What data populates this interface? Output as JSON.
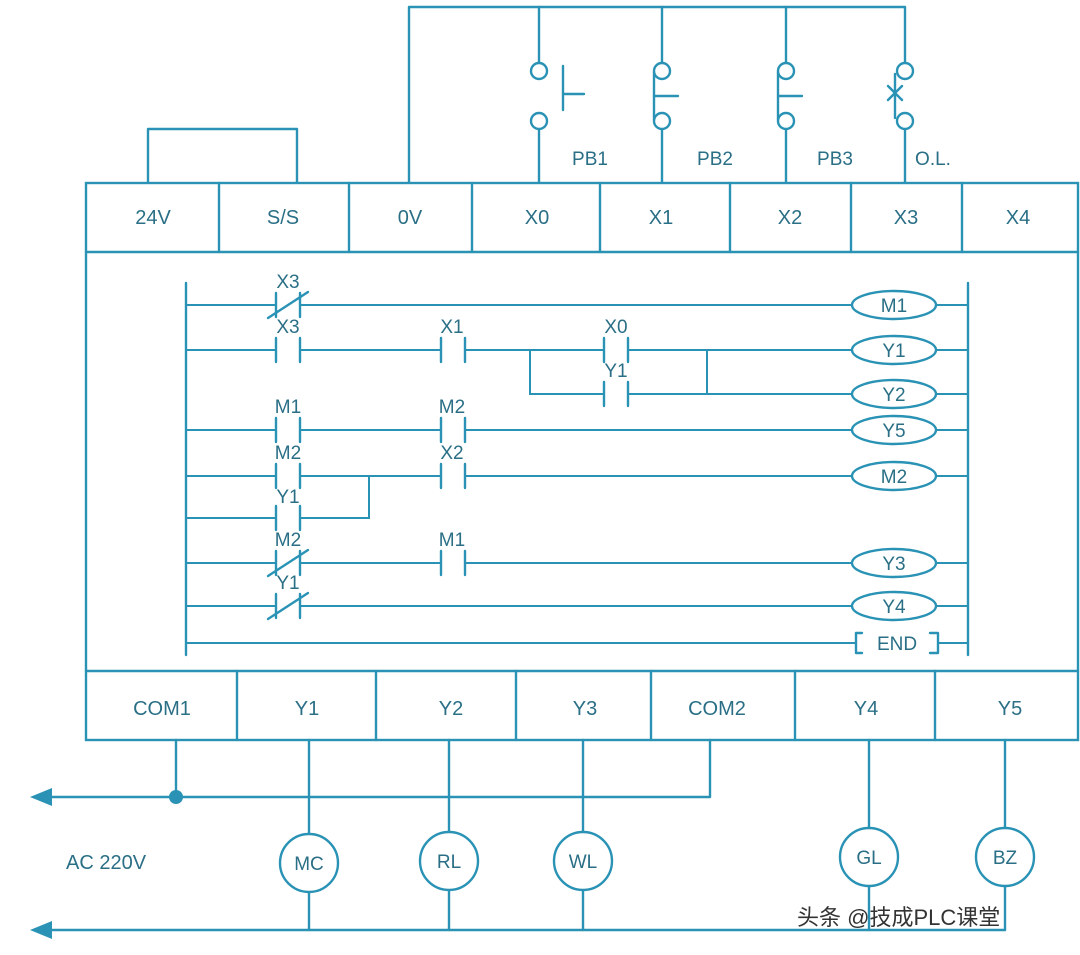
{
  "top_terminals": [
    "24V",
    "S/S",
    "0V",
    "X0",
    "X1",
    "X2",
    "X3",
    "X4"
  ],
  "inputs": [
    {
      "label": "PB1",
      "kind": "push-button-no"
    },
    {
      "label": "PB2",
      "kind": "push-button-nc"
    },
    {
      "label": "PB3",
      "kind": "push-button-nc"
    },
    {
      "label": "O.L.",
      "kind": "overload-nc"
    }
  ],
  "ladder": {
    "contacts": [
      {
        "label": "X3",
        "nc": true
      },
      {
        "label": "X3",
        "nc": false
      },
      {
        "label": "X1",
        "nc": false
      },
      {
        "label": "X0",
        "nc": false
      },
      {
        "label": "Y1",
        "nc": false
      },
      {
        "label": "M1",
        "nc": false
      },
      {
        "label": "M2",
        "nc": false
      },
      {
        "label": "M2",
        "nc": false
      },
      {
        "label": "X2",
        "nc": false
      },
      {
        "label": "Y1",
        "nc": false
      },
      {
        "label": "M2",
        "nc": true
      },
      {
        "label": "M1",
        "nc": false
      },
      {
        "label": "Y1",
        "nc": true
      }
    ],
    "coils": [
      "M1",
      "Y1",
      "Y2",
      "Y5",
      "M2",
      "Y3",
      "Y4"
    ],
    "end_label": "END"
  },
  "bottom_terminals": [
    "COM1",
    "Y1",
    "Y2",
    "Y3",
    "COM2",
    "Y4",
    "Y5"
  ],
  "loads": [
    "MC",
    "RL",
    "WL",
    "GL",
    "BZ"
  ],
  "supply_label": "AC 220V",
  "watermark": "头条 @技成PLC课堂"
}
